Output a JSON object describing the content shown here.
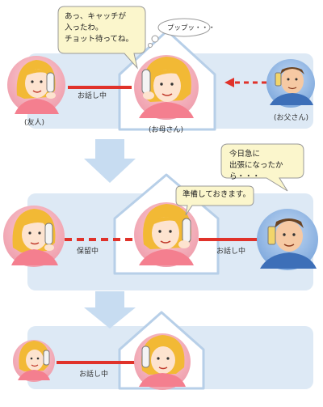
{
  "panel1": {
    "bubble_mother": "あっ、キャッチが\n入ったわ。\nチョット待ってね。",
    "sound": "プップッ・・・",
    "line_label": "お話し中",
    "label_friend": "(友人)",
    "label_mother": "(お母さん)",
    "label_father": "(お父さん)"
  },
  "panel2": {
    "bubble_father": "今日急に\n出張になったから・・・",
    "bubble_mother": "準備しておきます。",
    "hold_label": "保留中",
    "line_label": "お話し中"
  },
  "panel3": {
    "line_label": "お話し中"
  },
  "colors": {
    "band": "#dde9f5",
    "arrow": "#c9ddf1",
    "line": "#e0322a",
    "woman_circle": "#f0a8b2",
    "father_circle": "#86aee0",
    "hair": "#f2b935"
  }
}
